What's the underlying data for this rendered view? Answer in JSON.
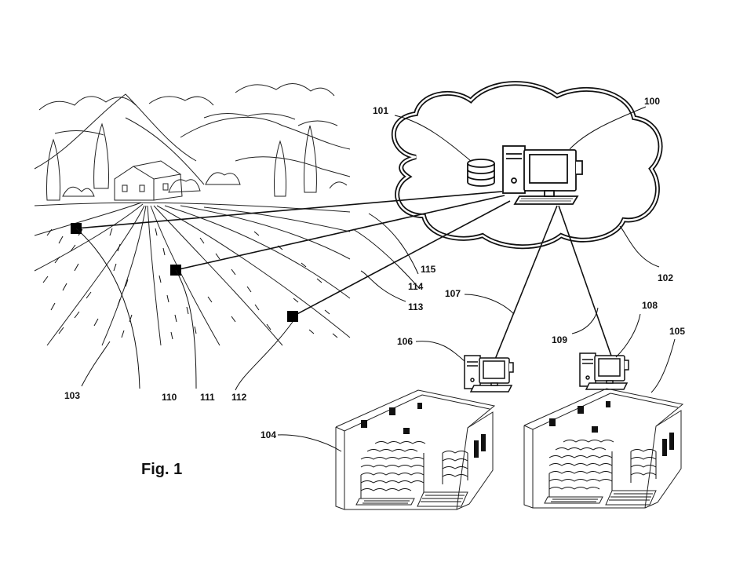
{
  "figure": {
    "caption": "Fig. 1",
    "labels": {
      "server": "100",
      "database": "101",
      "cloud": "102",
      "field": "103",
      "warehouse_left": "104",
      "warehouse_right": "105",
      "computer_left": "106",
      "link_left": "107",
      "computer_right": "108",
      "link_right": "109",
      "sensor_a": "110",
      "sensor_b": "111",
      "sensor_c": "112",
      "link_c": "113",
      "link_b": "114",
      "link_a": "115"
    }
  }
}
